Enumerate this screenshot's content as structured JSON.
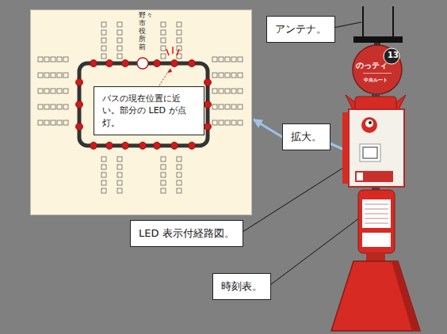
{
  "diagram": {
    "nodes": [
      {
        "text": [
          "野々市役所前"
        ]
      },
      {
        "text": [
          "バスの現在位置に近い。部分の LED が点灯。"
        ],
        "in": 0
      },
      {
        "text": [
          "アンテナ。"
        ]
      },
      {
        "text": [
          "拡大。"
        ]
      },
      {
        "text": [
          "LED 表示付経路図。"
        ]
      },
      {
        "text": [
          "時刻表。"
        ]
      }
    ],
    "edges": [
      {
        "from": 3,
        "to": 0,
        "arrow": "to"
      }
    ],
    "labels": [
      "のっティ",
      "13",
      "中央ルート"
    ]
  }
}
